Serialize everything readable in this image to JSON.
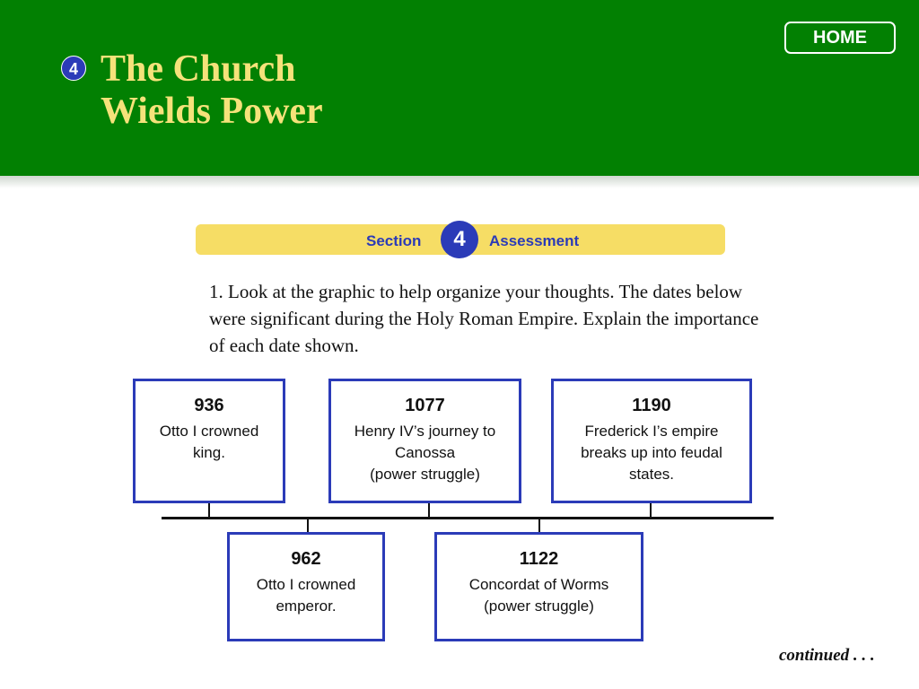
{
  "header": {
    "section_number": "4",
    "title_line1": "The Church",
    "title_line2": "Wields Power",
    "home_label": "HOME"
  },
  "assessment": {
    "left_label": "Section",
    "number": "4",
    "right_label": "Assessment"
  },
  "question": {
    "text": "1. Look at the graphic to help organize your thoughts. The dates below were significant during the Holy Roman Empire. Explain the importance of each date shown."
  },
  "timeline": {
    "top": [
      {
        "year": "936",
        "desc": "Otto I crowned\nking."
      },
      {
        "year": "1077",
        "desc": "Henry IV’s journey to\nCanossa\n(power struggle)"
      },
      {
        "year": "1190",
        "desc": "Frederick I’s empire\nbreaks up into feudal\nstates."
      }
    ],
    "bottom": [
      {
        "year": "962",
        "desc": "Otto I crowned\nemperor."
      },
      {
        "year": "1122",
        "desc": "Concordat of Worms\n(power struggle)"
      }
    ]
  },
  "footer": {
    "continued": "continued . . ."
  },
  "colors": {
    "header_green": "#028002",
    "title_yellow": "#f5e27a",
    "accent_blue": "#2b3bb8",
    "bar_yellow": "#f6dd65"
  }
}
